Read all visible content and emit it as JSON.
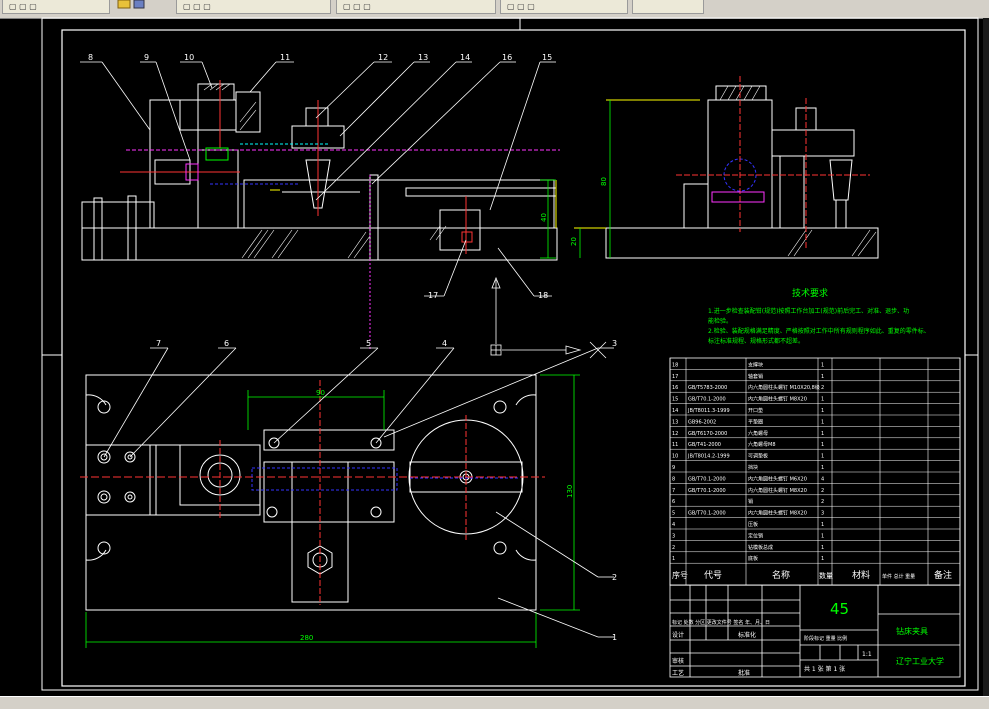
{
  "tabs": [
    "▢ ▢ ▢",
    "▢ ▢ ▢",
    "▢ ▢ ▢",
    "▢ ▢ ▢"
  ],
  "balloons": [
    "8",
    "9",
    "10",
    "11",
    "12",
    "13",
    "14",
    "15",
    "16",
    "17",
    "18",
    "7",
    "6",
    "5",
    "4",
    "3",
    "2",
    "1"
  ],
  "dimensions": {
    "top_height": "80",
    "top_mid": "40",
    "top_low": "20",
    "plan_width": "280",
    "plan_height": "130",
    "plan_slot": "90"
  },
  "tech": {
    "title": "技术要求",
    "line1": "1.进一步检查装配钳(规范)按照工作台加工(规范)前后完工、对准、退步、功",
    "line2": "能检验。",
    "line3": "2.检验、装配规格满足精度、严格按照对工作中所有规则程序如此、重复的零件标、",
    "line4": "标注标准规程、规格形式都不超差。"
  },
  "bom": {
    "rows": [
      {
        "no": "18",
        "code": "",
        "name": "支撑块",
        "qty": "1"
      },
      {
        "no": "17",
        "code": "",
        "name": "轴套销",
        "qty": "1"
      },
      {
        "no": "16",
        "code": "GB/T5783-2000",
        "name": "内六角圆柱头螺钉 M10X20,8级",
        "qty": "2"
      },
      {
        "no": "15",
        "code": "GB/T70.1-2000",
        "name": "内六角圆柱头螺钉 M8X20",
        "qty": "1"
      },
      {
        "no": "14",
        "code": "JB/T8011.3-1999",
        "name": "开口垫",
        "qty": "1"
      },
      {
        "no": "13",
        "code": "GB96-2002",
        "name": "平垫圈",
        "qty": "1"
      },
      {
        "no": "12",
        "code": "GB/T6170-2000",
        "name": "六角螺母",
        "qty": "1"
      },
      {
        "no": "11",
        "code": "GB/T41-2000",
        "name": "六角螺母M8",
        "qty": "1"
      },
      {
        "no": "10",
        "code": "JB/T8014.2-1999",
        "name": "可调垫板",
        "qty": "1"
      },
      {
        "no": "9",
        "code": "",
        "name": "挡块",
        "qty": "1"
      },
      {
        "no": "8",
        "code": "GB/T70.1-2000",
        "name": "内六角圆柱头螺钉 M6X20",
        "qty": "4"
      },
      {
        "no": "7",
        "code": "GB/T70.1-2000",
        "name": "内六角圆柱头螺钉 M8X20",
        "qty": "2"
      },
      {
        "no": "6",
        "code": "",
        "name": "销",
        "qty": "2"
      },
      {
        "no": "5",
        "code": "GB/T70.1-2000",
        "name": "内六角圆柱头螺钉 M8X20",
        "qty": "3"
      },
      {
        "no": "4",
        "code": "",
        "name": "压板",
        "qty": "1"
      },
      {
        "no": "3",
        "code": "",
        "name": "定位销",
        "qty": "1"
      },
      {
        "no": "2",
        "code": "",
        "name": "钻模板总成",
        "qty": "1"
      },
      {
        "no": "1",
        "code": "",
        "name": "底板",
        "qty": "1"
      }
    ],
    "headers": {
      "no": "序号",
      "code": "代号",
      "name": "名称",
      "qty": "数量",
      "material": "材料",
      "weight": "单件 总计 重量",
      "remark": "备注"
    }
  },
  "title_block": {
    "material": "45",
    "part_name": "钻床夹具",
    "scale": "1:1",
    "company": "辽宁工业大学",
    "sheets": "共 1 张  第 1 张",
    "labels": [
      "标记",
      "处数",
      "分区",
      "更改文件号",
      "签名",
      "年、月、日"
    ],
    "design": "设计",
    "standard": "标准化",
    "check": "审核",
    "craft": "工艺",
    "approve": "批准",
    "stage": "阶段标记  重量  比例"
  },
  "colors": {
    "line": "#ffffff",
    "green": "#00ff00",
    "red": "#ff3333",
    "blue": "#3333ff",
    "magenta": "#ff33ff",
    "yellow": "#ffff00",
    "cyan": "#00ffff"
  }
}
